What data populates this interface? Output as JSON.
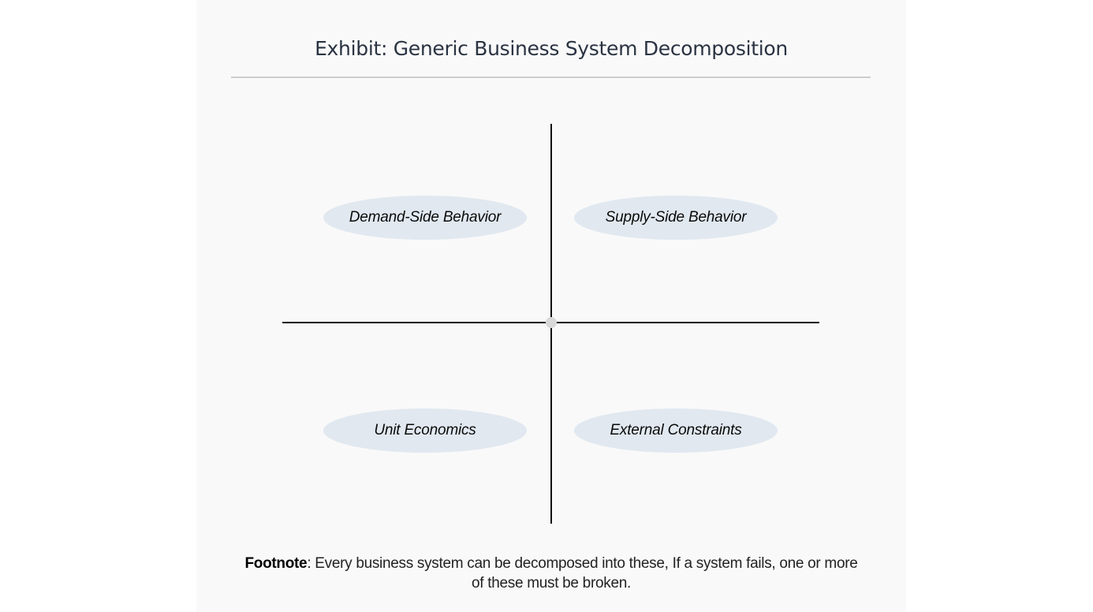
{
  "exhibit": {
    "title": "Exhibit: Generic Business System Decomposition"
  },
  "diagram": {
    "type": "quadrant",
    "quadrants": {
      "top_left": "Demand-Side Behavior",
      "top_right": "Supply-Side Behavior",
      "bottom_left": "Unit Economics",
      "bottom_right": "External Constraints"
    }
  },
  "footnote": {
    "label": "Footnote",
    "separator": ": ",
    "text": "Every business system can be decomposed into these, If a system fails, one or more of these must be broken."
  },
  "colors": {
    "page_background": "#f9f9f9",
    "title_color": "#2a3342",
    "ellipse_fill": "#e1e8f0",
    "axis_color": "#111111",
    "origin_dot": "#d8d8d8",
    "divider": "#cdcdcd"
  }
}
